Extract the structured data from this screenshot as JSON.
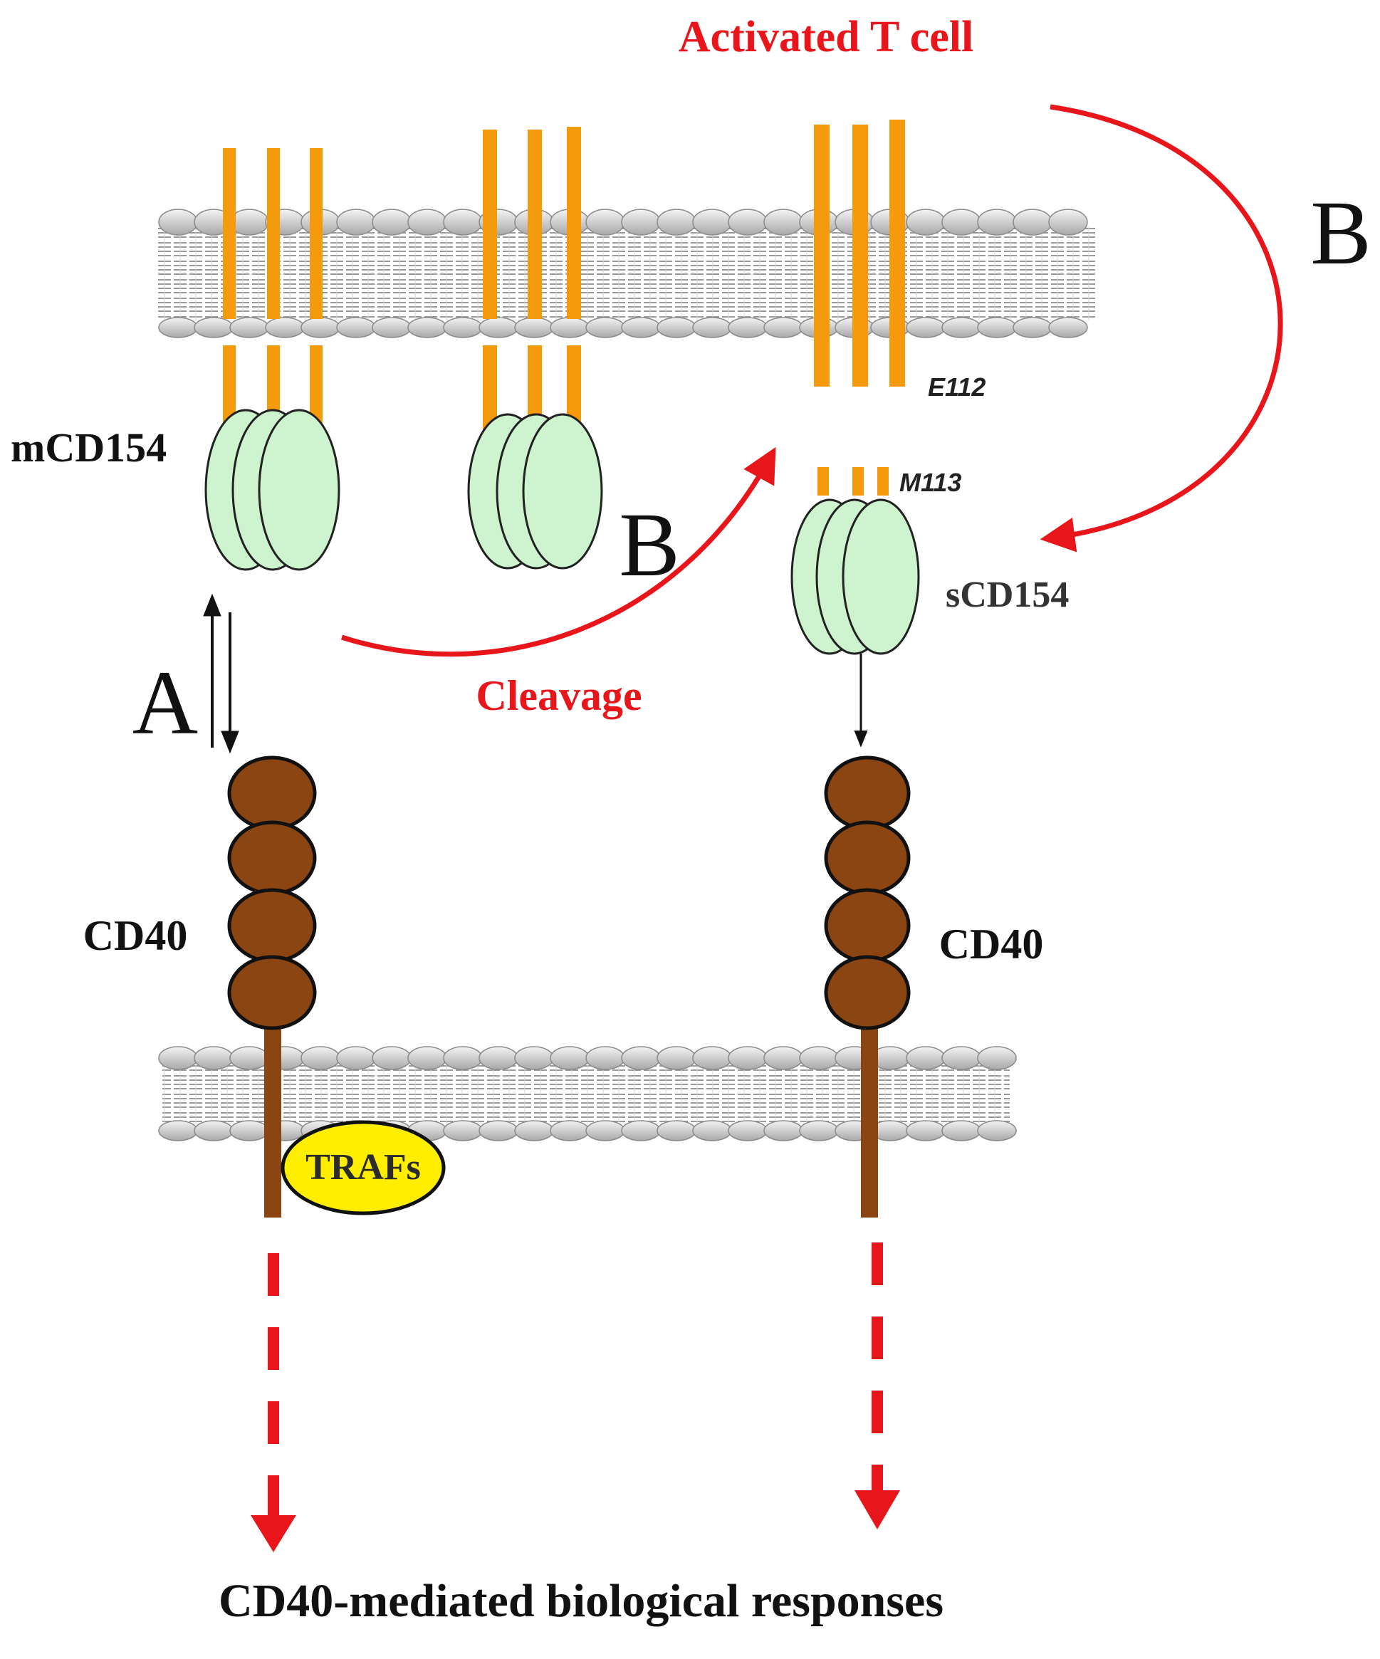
{
  "labels": {
    "activated_t_cell": "Activated T cell",
    "b_right": "B",
    "b_middle": "B",
    "a_label": "A",
    "mcd154": "mCD154",
    "scd154": "sCD154",
    "e112": "E112",
    "m113": "M113",
    "cleavage": "Cleavage",
    "cd40_left": "CD40",
    "cd40_right": "CD40",
    "trafs": "TRAFs",
    "responses": "CD40-mediated biological responses"
  },
  "colors": {
    "red": "#e8161b",
    "orange": "#f59a0b",
    "trimer_fill": "#cdf3cf",
    "cd40_fill": "#8b4513",
    "trafs_fill": "#ffee00",
    "membrane_head": "#cfcfcf",
    "black": "#111111"
  }
}
